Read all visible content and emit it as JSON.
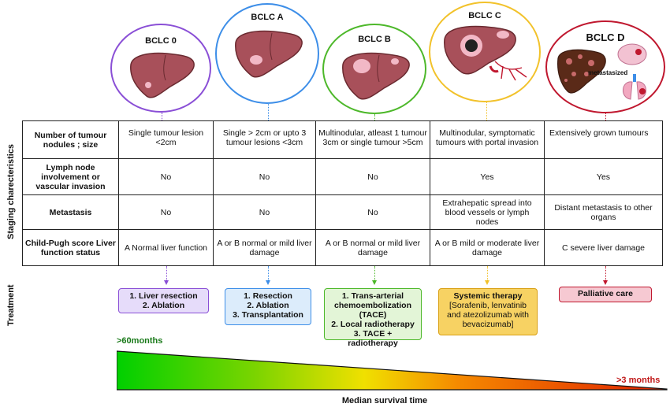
{
  "stages": [
    {
      "id": "bclc0",
      "title": "BCLC 0",
      "color": "#8a4fd6"
    },
    {
      "id": "bclcA",
      "title": "BCLC A",
      "color": "#3d8ee8"
    },
    {
      "id": "bclcB",
      "title": "BCLC B",
      "color": "#4db82a"
    },
    {
      "id": "bclcC",
      "title": "BCLC C",
      "color": "#f2c22b"
    },
    {
      "id": "bclcD",
      "title": "BCLC D",
      "color": "#c0182f",
      "label_metastasized": "metastasized"
    }
  ],
  "side_labels": {
    "staging": "Staging charecteristics",
    "treatment": "Treatment"
  },
  "table": {
    "rows": [
      {
        "header": "Number of tumour nodules ; size",
        "cells": [
          "Single tumour lesion <2cm",
          "Single > 2cm or upto 3 tumour lesions <3cm",
          "Multinodular, atleast 1 tumour 3cm or single tumour >5cm",
          "Multinodular, symptomatic tumours with portal invasion",
          "Extensively grown tumours"
        ]
      },
      {
        "header": "Lymph node involvement or vascular invasion",
        "cells": [
          "No",
          "No",
          "No",
          "Yes",
          "Yes"
        ]
      },
      {
        "header": "Metastasis",
        "cells": [
          "No",
          "No",
          "No",
          "Extrahepatic spread into blood vessels or lymph nodes",
          "Distant metastasis to other organs"
        ]
      },
      {
        "header": "Child-Pugh score Liver function status",
        "cells": [
          "A Normal liver function",
          "A or B normal or mild liver damage",
          "A or B normal or mild liver damage",
          "A or B mild or moderate liver damage",
          "C severe liver damage"
        ]
      }
    ]
  },
  "treatments": [
    {
      "lines": [
        "1. Liver resection",
        "2. Ablation"
      ],
      "color": "#8a4fd6",
      "bg": "#e6dcfa"
    },
    {
      "lines": [
        "1. Resection",
        "2. Ablation",
        "3. Transplantation"
      ],
      "color": "#3d8ee8",
      "bg": "#dcecfb"
    },
    {
      "lines": [
        "1. Trans-arterial chemoembolization (TACE)",
        "2. Local radiotherapy",
        "3. TACE + radiotherapy"
      ],
      "color": "#4db82a",
      "bg": "#e3f5d7"
    },
    {
      "lines": [
        "Systemic therapy",
        "[Sorafenib, lenvatinib and atezolizumab with bevacizumab]"
      ],
      "color": "#d9a014",
      "bg": "#f7d263"
    },
    {
      "lines": [
        "Palliative care"
      ],
      "color": "#c0182f",
      "bg": "#f6c9d2"
    }
  ],
  "survival": {
    "start_label": ">60months",
    "end_label": ">3 months",
    "axis_label": "Median survival time",
    "gradient": [
      "#00d000",
      "#7ad400",
      "#f0e000",
      "#f58a00",
      "#e02000"
    ]
  }
}
